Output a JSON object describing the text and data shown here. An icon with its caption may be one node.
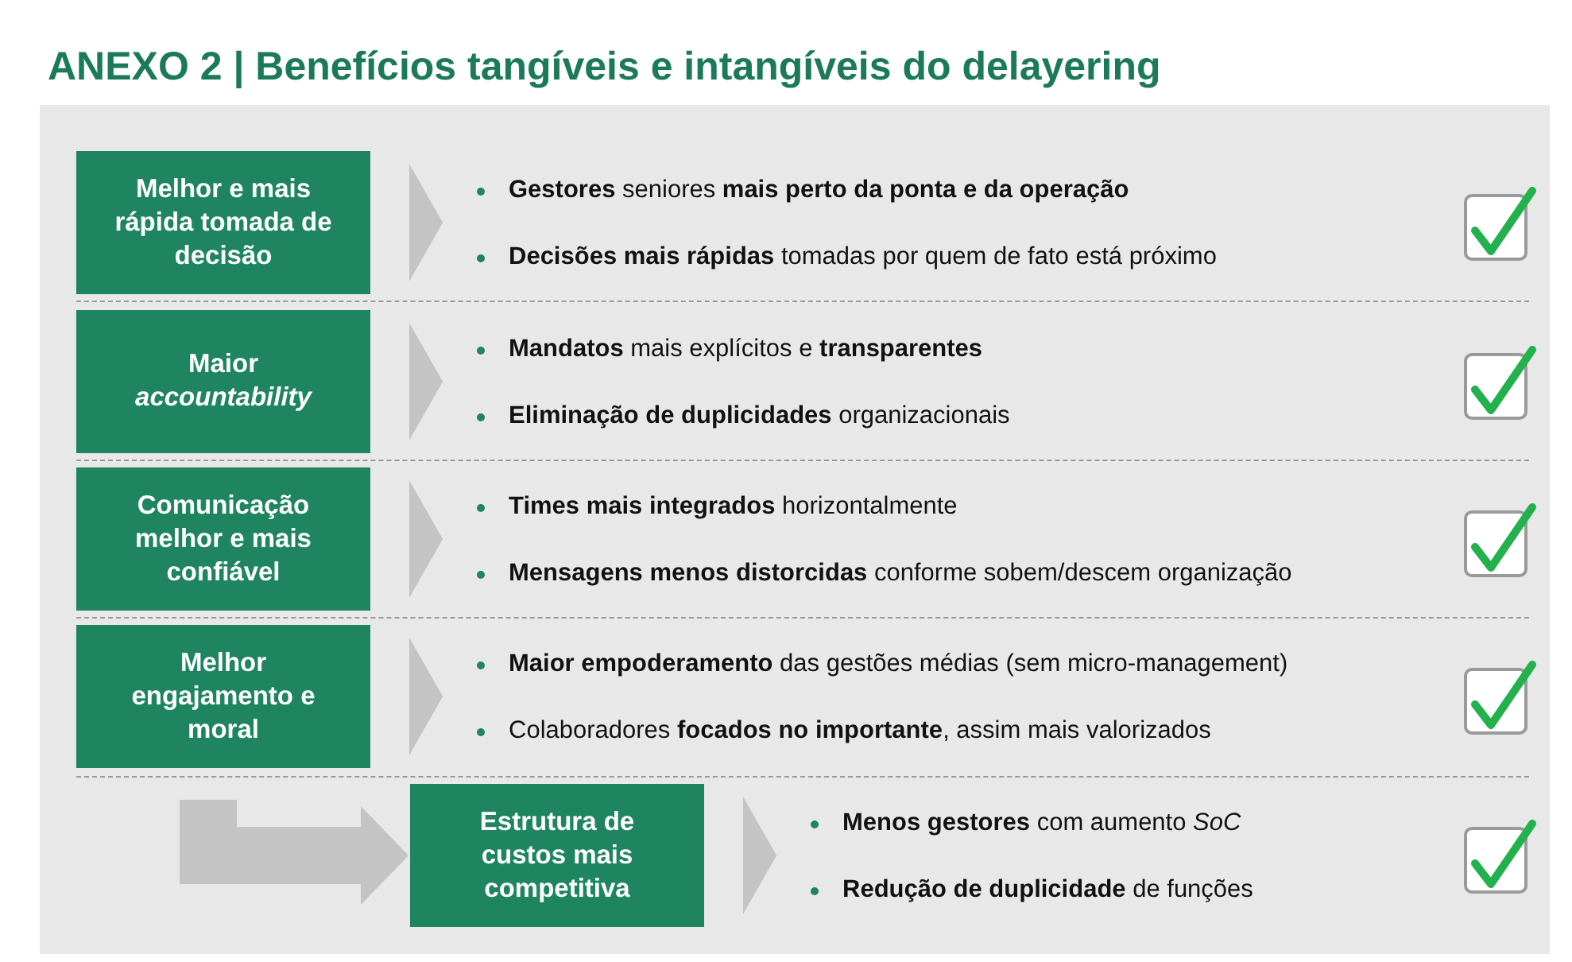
{
  "diagram": {
    "title": "ANEXO 2 | Benefícios tangíveis e intangíveis do delayering",
    "nodes": [
      {
        "text": [
          "Melhor e mais rápida tomada de decisão"
        ]
      },
      {
        "text": [
          "**Gestores** seniores **mais perto da ponta e da operação**",
          "**Decisões mais rápidas** tomadas por quem de fato está próximo"
        ]
      },
      {
        "text": [
          "Maior *accountability*"
        ]
      },
      {
        "text": [
          "**Mandatos** mais explícitos e **transparentes**",
          "**Eliminação de duplicidades** organizacionais"
        ]
      },
      {
        "text": [
          "Comunicação melhor e mais confiável"
        ]
      },
      {
        "text": [
          "**Times mais integrados** horizontalmente",
          "**Mensagens menos distorcidas** conforme sobem/descem organização"
        ]
      },
      {
        "text": [
          "Melhor engajamento e moral"
        ]
      },
      {
        "text": [
          "**Maior empoderamento** das gestões médias (sem micro-management)",
          "Colaboradores **focados no importante**, assim mais valorizados"
        ]
      },
      {
        "text": [
          "Estrutura de custos mais competitiva"
        ]
      },
      {
        "text": [
          "**Menos gestores** com aumento *SoC*",
          "**Redução de duplicidade** de funções"
        ]
      }
    ],
    "edges": [
      {
        "from": 0,
        "to": 1,
        "arrow": "to"
      },
      {
        "from": 2,
        "to": 3,
        "arrow": "to"
      },
      {
        "from": 4,
        "to": 5,
        "arrow": "to"
      },
      {
        "from": 6,
        "to": 7,
        "arrow": "to"
      },
      {
        "from": 8,
        "to": 9,
        "arrow": "to"
      },
      {
        "from": null,
        "to": 8,
        "arrow": "to"
      }
    ]
  }
}
